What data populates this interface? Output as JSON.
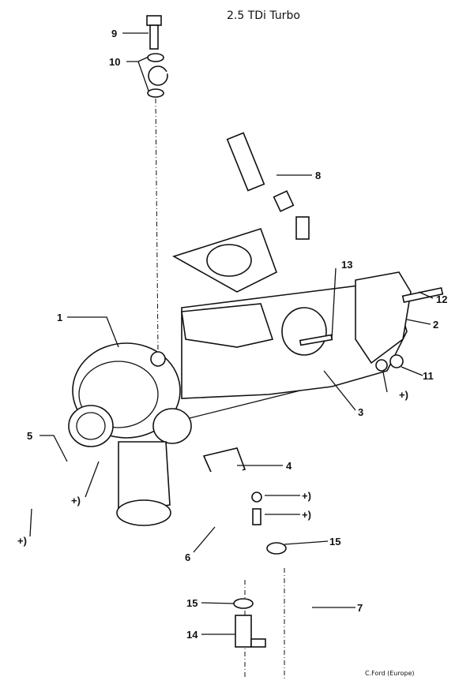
{
  "title": "2.5 TDi Turbo",
  "credit": "C.Ford (Europe)",
  "callouts": [
    "9",
    "10",
    "8",
    "13",
    "12",
    "1",
    "2",
    "11",
    "+)",
    "3",
    "5",
    "4",
    "+)",
    "+)",
    "+)",
    "+)",
    "15",
    "6",
    "7",
    "15",
    "14"
  ]
}
